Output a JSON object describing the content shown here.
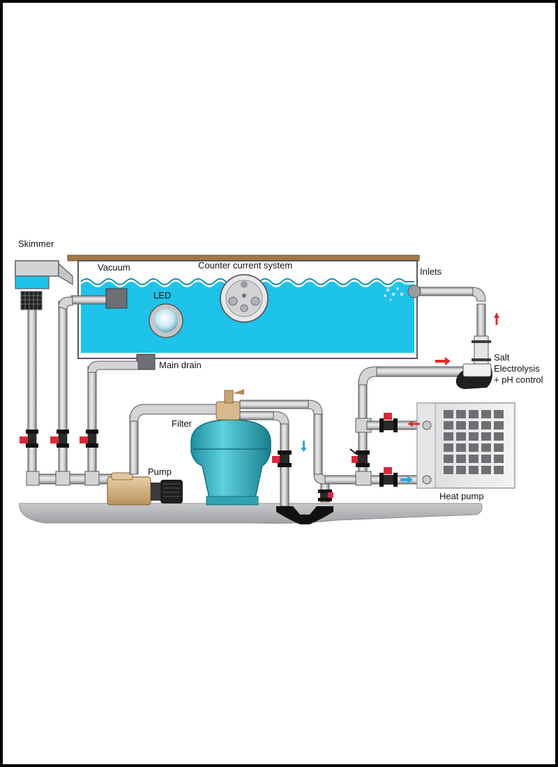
{
  "labels": {
    "skimmer": "Skimmer",
    "vacuum": "Vacuum",
    "counter_current": "Counter current system",
    "inlets": "Inlets",
    "led": "LED",
    "main_drain": "Main drain",
    "salt_line1": "Salt",
    "salt_line2": "Electrolysis",
    "salt_line3": "+ pH control",
    "filter": "Filter",
    "pump": "Pump",
    "heat_pump": "Heat pump"
  },
  "colors": {
    "water": "#1ec3ea",
    "water_dark": "#0e8fb5",
    "pipe": "#c9cbcd",
    "pipe_outline": "#58595b",
    "filter_body": "#3fb8c6",
    "pump_body": "#d8b98e",
    "valve_red": "#d8283a",
    "arrow_red": "#e02b2b",
    "arrow_blue": "#29a8d8",
    "ground": "#b5b7ba",
    "deck": "#a07848"
  },
  "icons": {
    "skimmer": "skimmer-icon",
    "led": "led-light-icon",
    "counter_current": "counter-current-jet-icon",
    "pump": "pump-icon",
    "filter": "sand-filter-icon",
    "electrolysis": "salt-electrolysis-cell-icon",
    "heat_pump": "heat-pump-icon",
    "valve": "valve-icon"
  }
}
